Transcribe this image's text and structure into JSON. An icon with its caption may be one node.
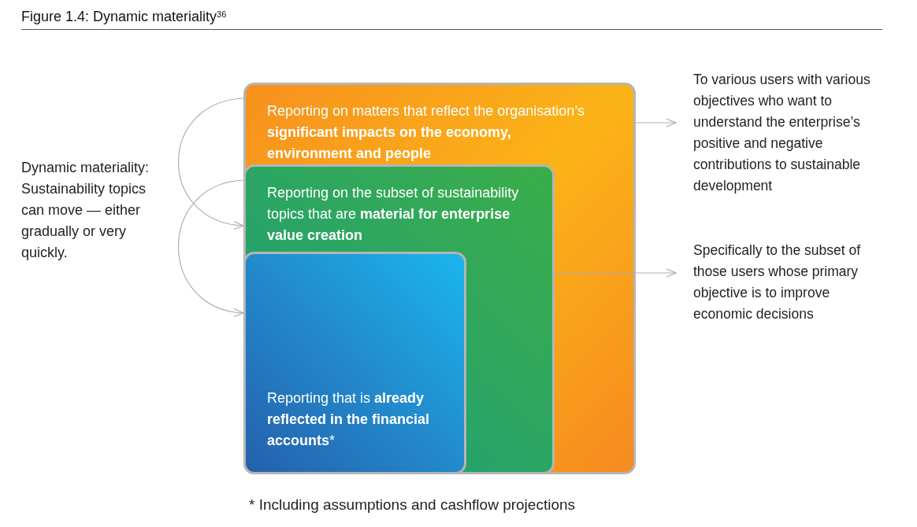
{
  "diagram": {
    "title": "Figure 1.4: Dynamic materiality$^{36}$",
    "caption": "* Including assumptions and cashflow projections",
    "nodes": [
      {
        "text": [
          "Reporting on matters that reflect the organisation’s **significant impacts on the economy, environment and people**"
        ]
      },
      {
        "text": [
          "Reporting on the subset of sustainability topics that are **material for enterprise value creation**"
        ],
        "in": 0
      },
      {
        "text": [
          "Reporting that is **already reflected in the financial accounts***"
        ],
        "in": 1
      },
      {
        "text": [
          "To various users with various objectives who want to understand the enterprise’s positive and negative contributions to sustainable development"
        ]
      },
      {
        "text": [
          "Specifically to the subset of those users whose primary objective is to improve economic decisions"
        ]
      }
    ],
    "edges": [
      {
        "from": 0,
        "to": 1,
        "arrow": "to"
      },
      {
        "from": 1,
        "to": 2,
        "arrow": "to"
      },
      {
        "from": 0,
        "to": 3,
        "arrow": "to"
      },
      {
        "from": 1,
        "to": 4,
        "arrow": "to"
      }
    ],
    "labels": [
      "Dynamic materiality: Sustainability topics can move — either gradually or very quickly."
    ]
  }
}
